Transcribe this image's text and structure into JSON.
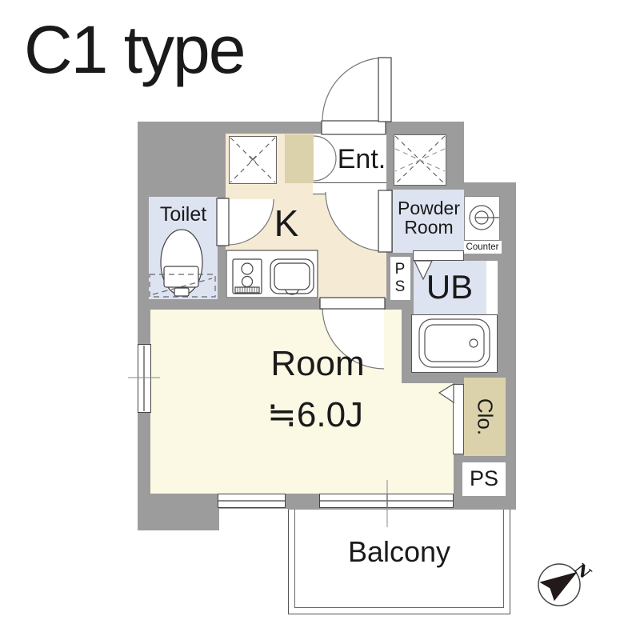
{
  "title": "C1 type",
  "colors": {
    "wall": "#9C9C9C",
    "kitchen_floor": "#F5EBD4",
    "room_floor": "#FBF8E4",
    "wet_floor": "#DDE3F1",
    "closet_fill": "#DBD2AB"
  },
  "labels": {
    "toilet": "Toilet",
    "kitchen": "K",
    "entrance": "Ent.",
    "powder_line1": "Powder",
    "powder_line2": "Room",
    "counter": "Counter",
    "ps_upper_line1": "P",
    "ps_upper_line2": "S",
    "unit_bath": "UB",
    "closet": "Clo.",
    "ps_lower": "PS",
    "room_name": "Room",
    "room_size": "≒6.0J",
    "balcony": "Balcony",
    "compass_north": "N"
  }
}
